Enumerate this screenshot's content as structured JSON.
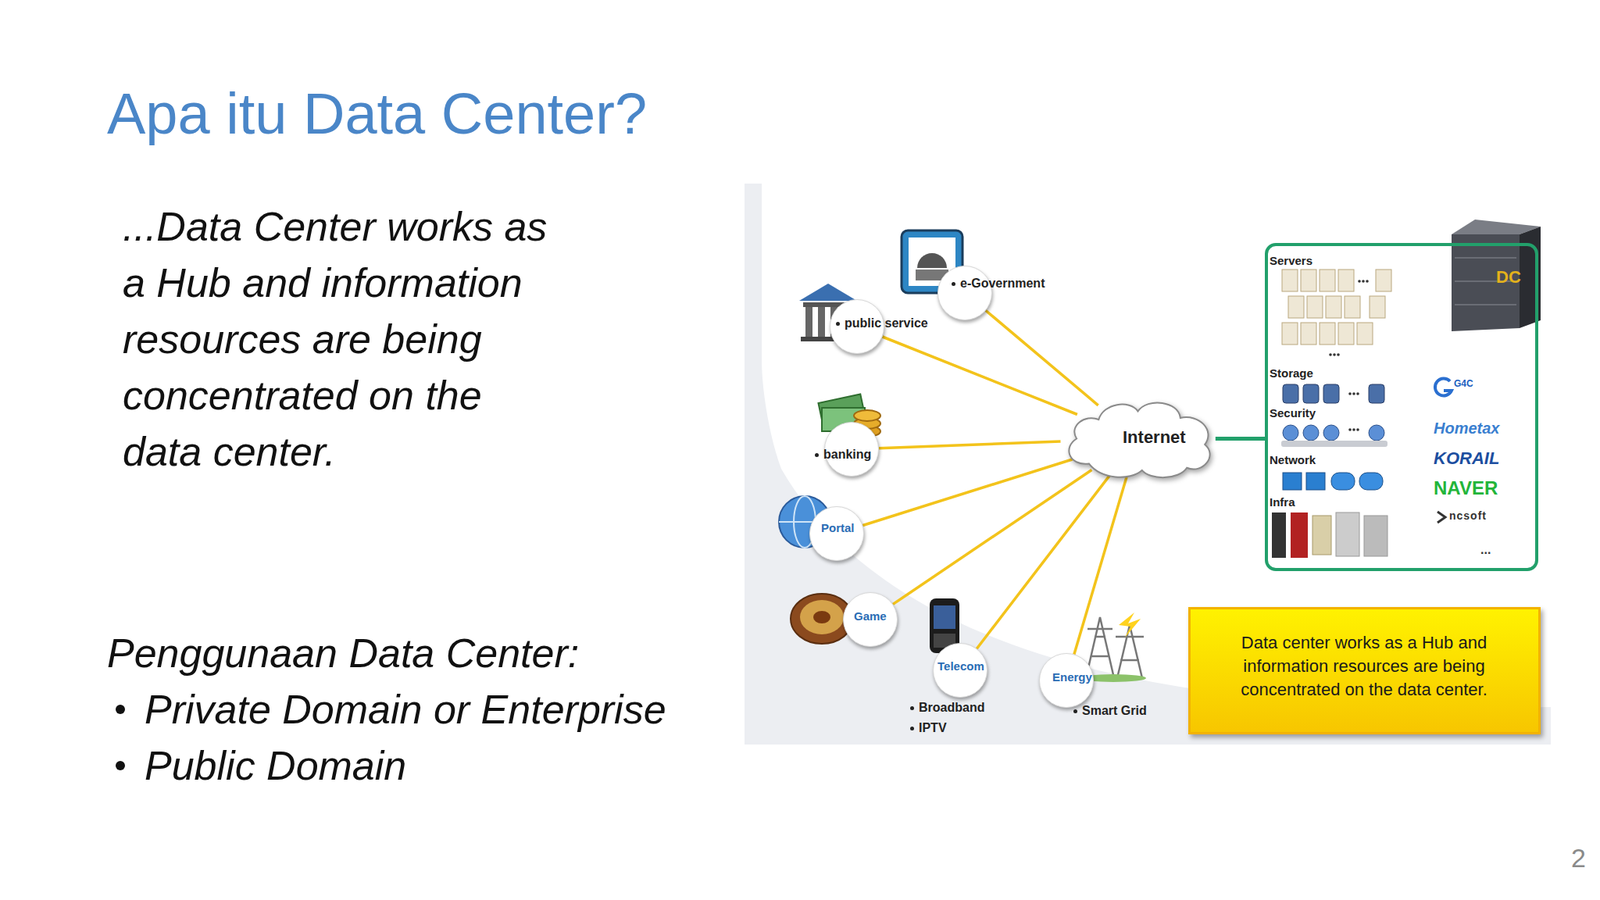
{
  "diagram": {
    "title": "Apa itu Data Center?",
    "nodes": [
      {
        "text": [
          "public service"
        ]
      },
      {
        "text": [
          "e-Government"
        ]
      },
      {
        "text": [
          "banking"
        ]
      },
      {
        "text": [
          "Portal"
        ]
      },
      {
        "text": [
          "Game"
        ]
      },
      {
        "text": [
          "Telecom",
          "Broadband",
          "IPTV"
        ]
      },
      {
        "text": [
          "Energy",
          "Smart Grid"
        ]
      },
      {
        "text": [
          "Internet"
        ]
      },
      {
        "text": [
          "Servers",
          "Storage",
          "Security",
          "Network",
          "Infra",
          "DC",
          "G4C",
          "Hometax",
          "KORAIL",
          "NAVER",
          "ncsoft",
          "..."
        ]
      },
      {
        "text": [
          "Data center works as a Hub and information resources are being concentrated on the data center."
        ]
      }
    ],
    "edges": [
      {
        "from": 0,
        "to": 7,
        "arrow": "none"
      },
      {
        "from": 1,
        "to": 7,
        "arrow": "none"
      },
      {
        "from": 2,
        "to": 7,
        "arrow": "none"
      },
      {
        "from": 3,
        "to": 7,
        "arrow": "none"
      },
      {
        "from": 4,
        "to": 7,
        "arrow": "none"
      },
      {
        "from": 5,
        "to": 7,
        "arrow": "none"
      },
      {
        "from": 6,
        "to": 7,
        "arrow": "none"
      },
      {
        "from": 7,
        "to": 8,
        "arrow": "none"
      }
    ],
    "labels": [
      "...Data Center works as a Hub and information resources are being concentrated on the data center.",
      "Penggunaan Data Center:",
      "Private Domain or Enterprise",
      "Public Domain",
      "2"
    ]
  }
}
